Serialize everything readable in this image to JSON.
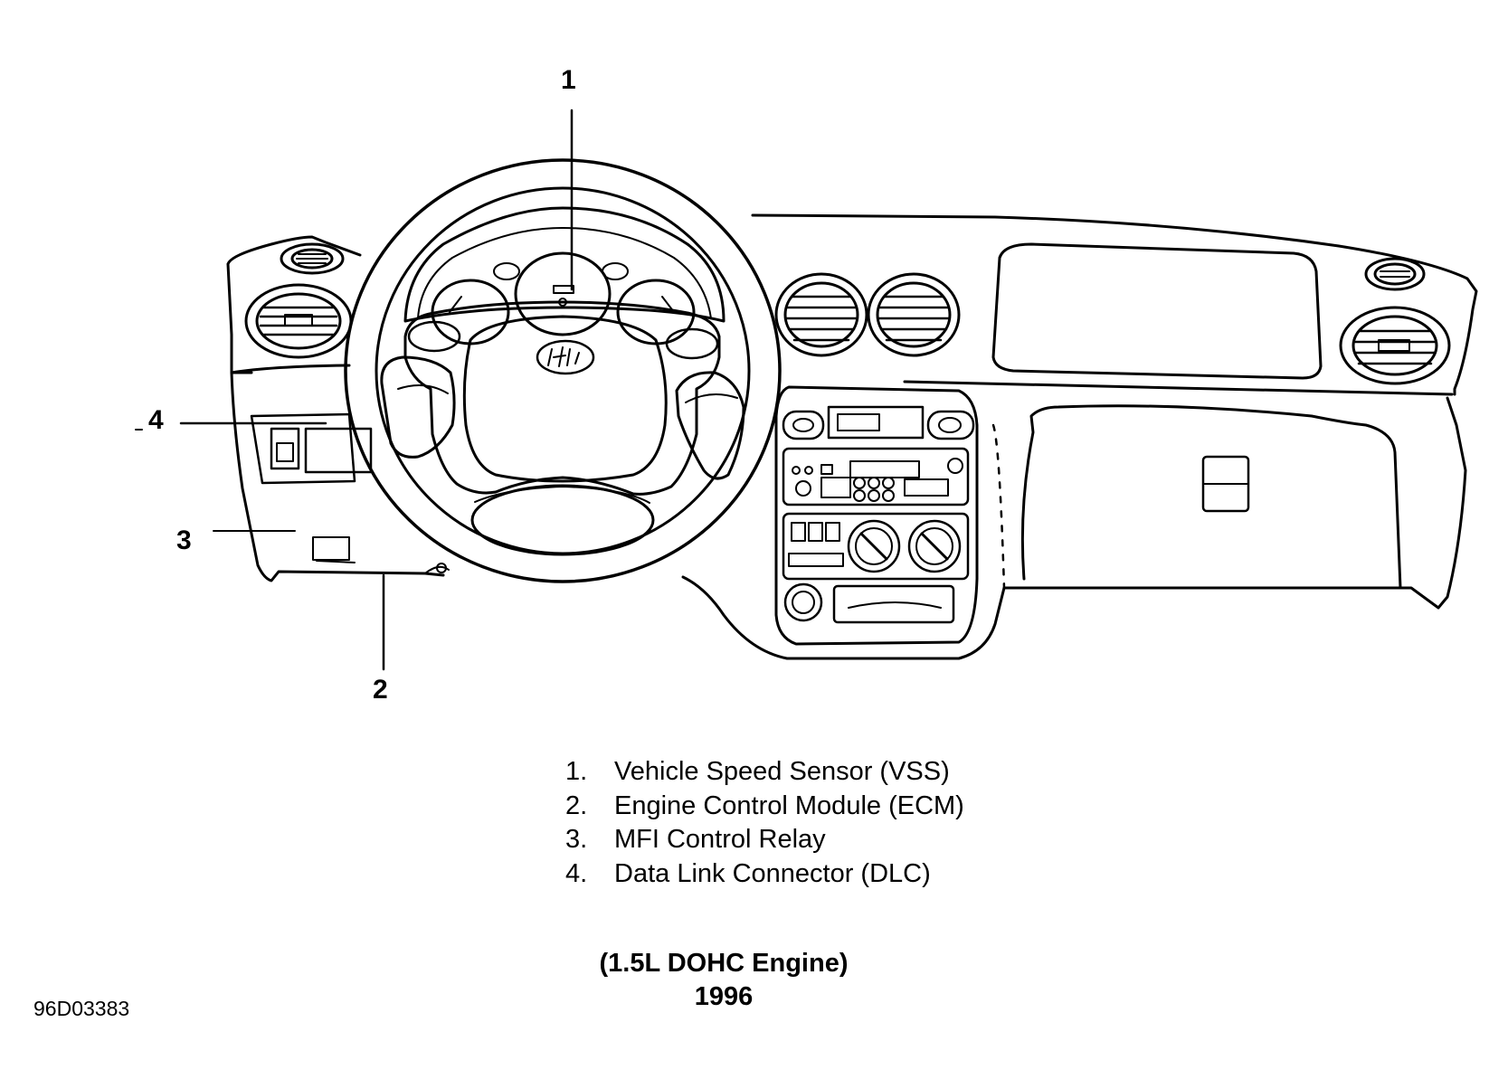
{
  "callouts": [
    "1",
    "2",
    "3",
    "4"
  ],
  "legend": [
    {
      "num": "1.",
      "label": "Vehicle Speed Sensor (VSS)"
    },
    {
      "num": "2.",
      "label": "Engine Control Module (ECM)"
    },
    {
      "num": "3.",
      "label": "MFI Control Relay"
    },
    {
      "num": "4.",
      "label": "Data Link Connector (DLC)"
    }
  ],
  "caption": {
    "engine": "(1.5L DOHC Engine)",
    "year": "1996"
  },
  "figure_id": "96D03383",
  "colors": {
    "line": "#000000",
    "background": "#ffffff"
  }
}
